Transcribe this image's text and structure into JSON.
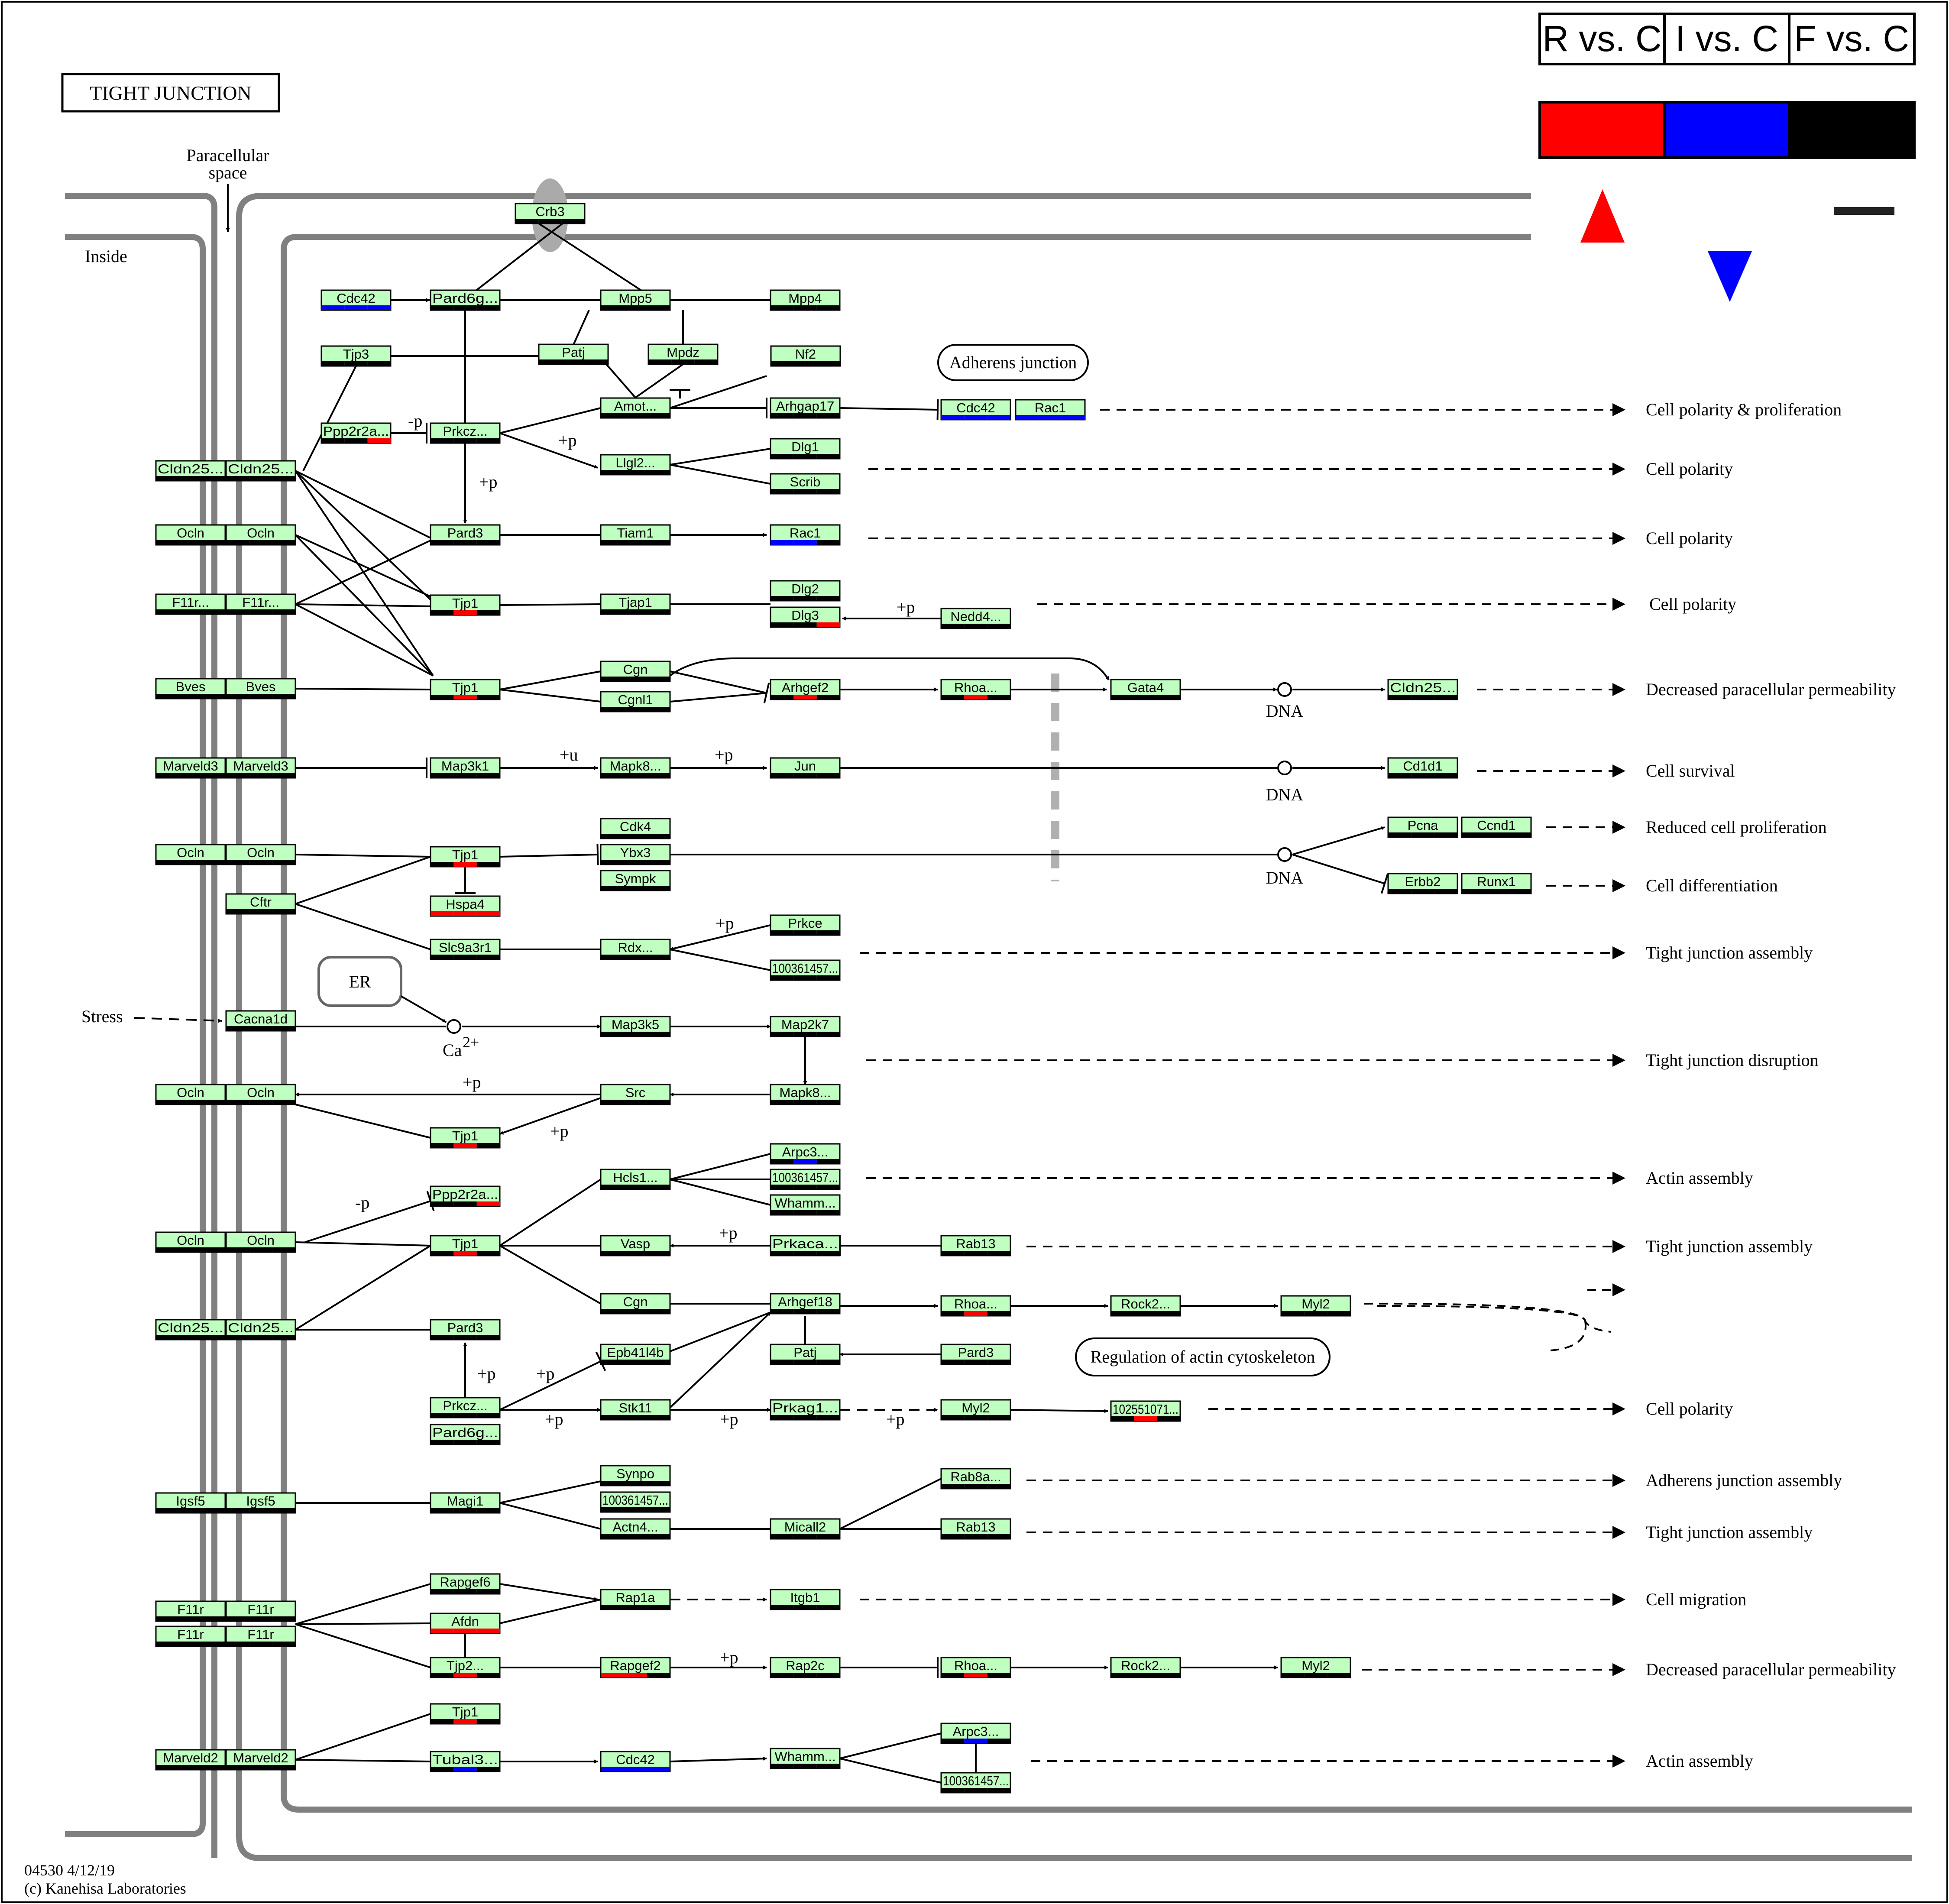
{
  "title": "TIGHT JUNCTION",
  "footer": {
    "line1": "04530 4/12/19",
    "line2": "(c) Kanehisa Laboratories"
  },
  "labels": {
    "paracellular_line1": "Paracellular",
    "paracellular_line2": "space",
    "inside": "Inside",
    "stress": "Stress",
    "er": "ER",
    "ca": "Ca",
    "ca_sup": "2+",
    "adherens": "Adherens junction",
    "actin_reg": "Regulation of actin cytoskeleton",
    "dna": "DNA"
  },
  "legend": {
    "columns": [
      "R vs. C",
      "I vs. C",
      "F vs. C"
    ],
    "colors": [
      "#ff0000",
      "#0000ff",
      "#000000"
    ],
    "up_color": "#ff0000",
    "down_color": "#0000ff"
  },
  "colors": {
    "gene_fill": "#bfffbf",
    "up": "#ff0000",
    "down": "#0000ff",
    "none": "#000000",
    "membrane": "#808080"
  },
  "mod_labels": [
    "-p",
    "+p",
    "+p",
    "+p",
    "+u",
    "+p",
    "+p",
    "+p",
    "+p",
    "-p",
    "+p",
    "+p",
    "+p",
    "+p",
    "+p",
    "+p",
    "+p"
  ],
  "phenotypes": [
    "Cell polarity & proliferation",
    "Cell polarity",
    "Cell polarity",
    "Cell polarity",
    "Decreased paracellular permeability",
    "Cell survival",
    "Reduced cell proliferation",
    "Cell differentiation",
    "Tight junction assembly",
    "Tight junction disruption",
    "Actin assembly",
    "Tight junction assembly",
    "Cell polarity",
    "Adherens junction assembly",
    "Tight junction assembly",
    "Cell migration",
    "Decreased paracellular permeability",
    "Actin assembly"
  ],
  "genes": [
    {
      "label": "Crb3",
      "s": "nnn"
    },
    {
      "label": "Cdc42",
      "s": "ddd"
    },
    {
      "label": "Pard6g...",
      "s": "nnn"
    },
    {
      "label": "Mpp5",
      "s": "nnn"
    },
    {
      "label": "Mpp4",
      "s": "nnn"
    },
    {
      "label": "Tjp3",
      "s": "nnn"
    },
    {
      "label": "Patj",
      "s": "nnn"
    },
    {
      "label": "Mpdz",
      "s": "nnn"
    },
    {
      "label": "Nf2",
      "s": "nnn"
    },
    {
      "label": "Amot...",
      "s": "nnn"
    },
    {
      "label": "Arhgap17",
      "s": "nnn"
    },
    {
      "label": "Cdc42",
      "s": "ddd"
    },
    {
      "label": "Rac1",
      "s": "ddd"
    },
    {
      "label": "Ppp2r2a...",
      "s": "nnu"
    },
    {
      "label": "Prkcz...",
      "s": "nnn"
    },
    {
      "label": "Llgl2...",
      "s": "nnn"
    },
    {
      "label": "Dlg1",
      "s": "nnn"
    },
    {
      "label": "Scrib",
      "s": "nnn"
    },
    {
      "label": "Cldn25...",
      "s": "nnn"
    },
    {
      "label": "Cldn25...",
      "s": "nnn"
    },
    {
      "label": "Ocln",
      "s": "nnn"
    },
    {
      "label": "Ocln",
      "s": "nnn"
    },
    {
      "label": "Pard3",
      "s": "nnn"
    },
    {
      "label": "Tiam1",
      "s": "nnn"
    },
    {
      "label": "Rac1",
      "s": "ddn"
    },
    {
      "label": "F11r...",
      "s": "nnn"
    },
    {
      "label": "F11r...",
      "s": "nnn"
    },
    {
      "label": "Tjp1",
      "s": "nun"
    },
    {
      "label": "Tjap1",
      "s": "nnn"
    },
    {
      "label": "Dlg2",
      "s": "nnn"
    },
    {
      "label": "Dlg3",
      "s": "nnu"
    },
    {
      "label": "Nedd4...",
      "s": "nnn"
    },
    {
      "label": "Bves",
      "s": "nnn"
    },
    {
      "label": "Bves",
      "s": "nnn"
    },
    {
      "label": "Tjp1",
      "s": "nun"
    },
    {
      "label": "Cgn",
      "s": "nnn"
    },
    {
      "label": "Cgnl1",
      "s": "nnn"
    },
    {
      "label": "Arhgef2",
      "s": "nun"
    },
    {
      "label": "Rhoa...",
      "s": "nun"
    },
    {
      "label": "Gata4",
      "s": "nnn"
    },
    {
      "label": "Cldn25...",
      "s": "nnn"
    },
    {
      "label": "Marveld3",
      "s": "nnn"
    },
    {
      "label": "Marveld3",
      "s": "nnn"
    },
    {
      "label": "Map3k1",
      "s": "nnn"
    },
    {
      "label": "Mapk8...",
      "s": "nnn"
    },
    {
      "label": "Jun",
      "s": "nnn"
    },
    {
      "label": "Cd1d1",
      "s": "nnn"
    },
    {
      "label": "Ocln",
      "s": "nnn"
    },
    {
      "label": "Ocln",
      "s": "nnn"
    },
    {
      "label": "Tjp1",
      "s": "nun"
    },
    {
      "label": "Cdk4",
      "s": "nnn"
    },
    {
      "label": "Ybx3",
      "s": "nnn"
    },
    {
      "label": "Sympk",
      "s": "nnn"
    },
    {
      "label": "Pcna",
      "s": "nnn"
    },
    {
      "label": "Ccnd1",
      "s": "nnn"
    },
    {
      "label": "Erbb2",
      "s": "nnn"
    },
    {
      "label": "Runx1",
      "s": "nnn"
    },
    {
      "label": "Cftr",
      "s": "nnn"
    },
    {
      "label": "Hspa4",
      "s": "uuu"
    },
    {
      "label": "Slc9a3r1",
      "s": "nnn"
    },
    {
      "label": "Rdx...",
      "s": "nnn"
    },
    {
      "label": "Prkce",
      "s": "nnn"
    },
    {
      "label": "100361457...",
      "s": "nnn"
    },
    {
      "label": "Cacna1d",
      "s": "nnn"
    },
    {
      "label": "Map3k5",
      "s": "nnn"
    },
    {
      "label": "Map2k7",
      "s": "nnn"
    },
    {
      "label": "Ocln",
      "s": "nnn"
    },
    {
      "label": "Ocln",
      "s": "nnn"
    },
    {
      "label": "Src",
      "s": "nnn"
    },
    {
      "label": "Mapk8...",
      "s": "nnn"
    },
    {
      "label": "Tjp1",
      "s": "nun"
    },
    {
      "label": "Arpc3...",
      "s": "ndn"
    },
    {
      "label": "Hcls1...",
      "s": "nnn"
    },
    {
      "label": "100361457...",
      "s": "nnn"
    },
    {
      "label": "Whamm...",
      "s": "nnn"
    },
    {
      "label": "Ppp2r2a...",
      "s": "nnu"
    },
    {
      "label": "Ocln",
      "s": "nnn"
    },
    {
      "label": "Ocln",
      "s": "nnn"
    },
    {
      "label": "Tjp1",
      "s": "nun"
    },
    {
      "label": "Vasp",
      "s": "nnn"
    },
    {
      "label": "Prkaca...",
      "s": "nnn"
    },
    {
      "label": "Rab13",
      "s": "nnn"
    },
    {
      "label": "Cldn25...",
      "s": "nnn"
    },
    {
      "label": "Cldn25...",
      "s": "nnn"
    },
    {
      "label": "Cgn",
      "s": "nnn"
    },
    {
      "label": "Arhgef18",
      "s": "nnn"
    },
    {
      "label": "Rhoa...",
      "s": "nun"
    },
    {
      "label": "Rock2...",
      "s": "nnn"
    },
    {
      "label": "Myl2",
      "s": "nnn"
    },
    {
      "label": "Pard3",
      "s": "nnn"
    },
    {
      "label": "Epb41l4b",
      "s": "nnn"
    },
    {
      "label": "Patj",
      "s": "nnn"
    },
    {
      "label": "Pard3",
      "s": "nnn"
    },
    {
      "label": "Prkcz...",
      "s": "nnn"
    },
    {
      "label": "Pard6g...",
      "s": "nnn"
    },
    {
      "label": "Stk11",
      "s": "nnn"
    },
    {
      "label": "Prkag1...",
      "s": "nnn"
    },
    {
      "label": "Myl2",
      "s": "nnn"
    },
    {
      "label": "102551071...",
      "s": "nun"
    },
    {
      "label": "Igsf5",
      "s": "nnn"
    },
    {
      "label": "Igsf5",
      "s": "nnn"
    },
    {
      "label": "Magi1",
      "s": "nnn"
    },
    {
      "label": "Synpo",
      "s": "nnn"
    },
    {
      "label": "100361457...",
      "s": "nnn"
    },
    {
      "label": "Actn4...",
      "s": "nnn"
    },
    {
      "label": "Micall2",
      "s": "nnn"
    },
    {
      "label": "Rab8a...",
      "s": "nnn"
    },
    {
      "label": "Rab13",
      "s": "nnn"
    },
    {
      "label": "F11r",
      "s": "nnn"
    },
    {
      "label": "F11r",
      "s": "nnn"
    },
    {
      "label": "F11r",
      "s": "nnn"
    },
    {
      "label": "F11r",
      "s": "nnn"
    },
    {
      "label": "Rapgef6",
      "s": "nnn"
    },
    {
      "label": "Afdn",
      "s": "uuu"
    },
    {
      "label": "Rap1a",
      "s": "nnn"
    },
    {
      "label": "Itgb1",
      "s": "nnn"
    },
    {
      "label": "Tjp2...",
      "s": "nun"
    },
    {
      "label": "Rapgef2",
      "s": "uun"
    },
    {
      "label": "Rap2c",
      "s": "nnn"
    },
    {
      "label": "Rhoa...",
      "s": "nun"
    },
    {
      "label": "Rock2...",
      "s": "nnn"
    },
    {
      "label": "Myl2",
      "s": "nnn"
    },
    {
      "label": "Tjp1",
      "s": "nun"
    },
    {
      "label": "Marveld2",
      "s": "nnn"
    },
    {
      "label": "Marveld2",
      "s": "nnn"
    },
    {
      "label": "Tubal3...",
      "s": "ndn"
    },
    {
      "label": "Cdc42",
      "s": "ddd"
    },
    {
      "label": "Whamm...",
      "s": "nnn"
    },
    {
      "label": "Arpc3...",
      "s": "ndn"
    },
    {
      "label": "100361457...",
      "s": "nnn"
    }
  ]
}
